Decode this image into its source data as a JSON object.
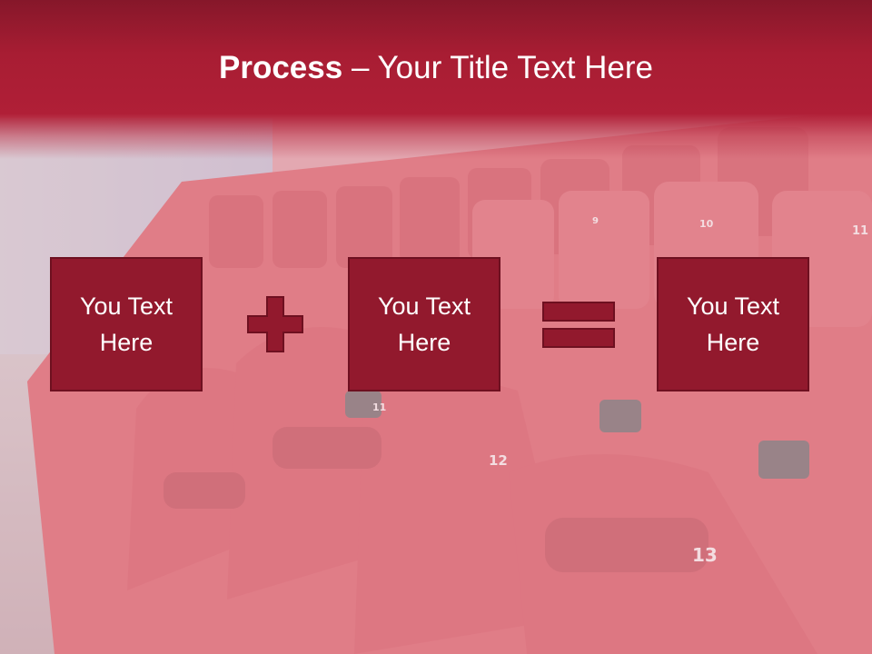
{
  "slide": {
    "title_bold": "Process",
    "title_rest": " – Your Title Text Here"
  },
  "boxes": [
    {
      "text": "You Text Here"
    },
    {
      "text": "You Text Here"
    },
    {
      "text": "You Text Here"
    }
  ],
  "operators": [
    "plus-icon",
    "equals-icon"
  ],
  "seat_numbers": [
    "9",
    "10",
    "11",
    "11",
    "12",
    "13"
  ],
  "colors": {
    "title_band": "#a81d33",
    "box_fill": "#92192d",
    "box_border": "#6e1020",
    "operator": "#92192d",
    "text": "#ffffff"
  }
}
